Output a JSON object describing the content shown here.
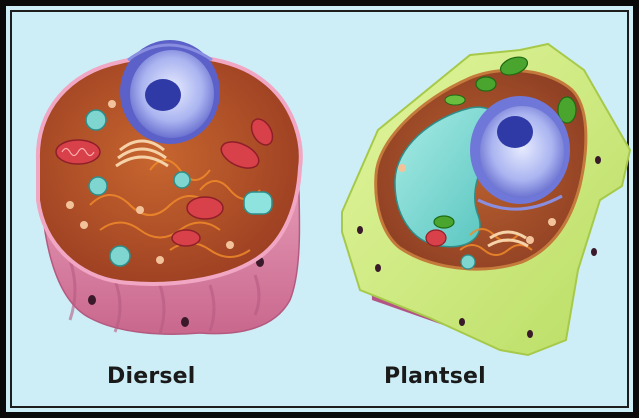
{
  "labels": {
    "animal_cell": "Diersel",
    "plant_cell": "Plantsel"
  },
  "colors": {
    "background": "#cdeef6",
    "frame": "#0a0a0a",
    "animal_membrane": "#e08aa8",
    "animal_cytoplasm": "#b8542a",
    "plant_wall": "#cdea7e",
    "plant_cytoplasm": "#a8532a",
    "vacuole": "#7fd6d0",
    "nucleus": "#6f78d8",
    "mitochondria": "#d8404a",
    "chloroplast": "#4aa52e"
  },
  "icons": [
    "animal-cell-illustration",
    "plant-cell-illustration"
  ]
}
